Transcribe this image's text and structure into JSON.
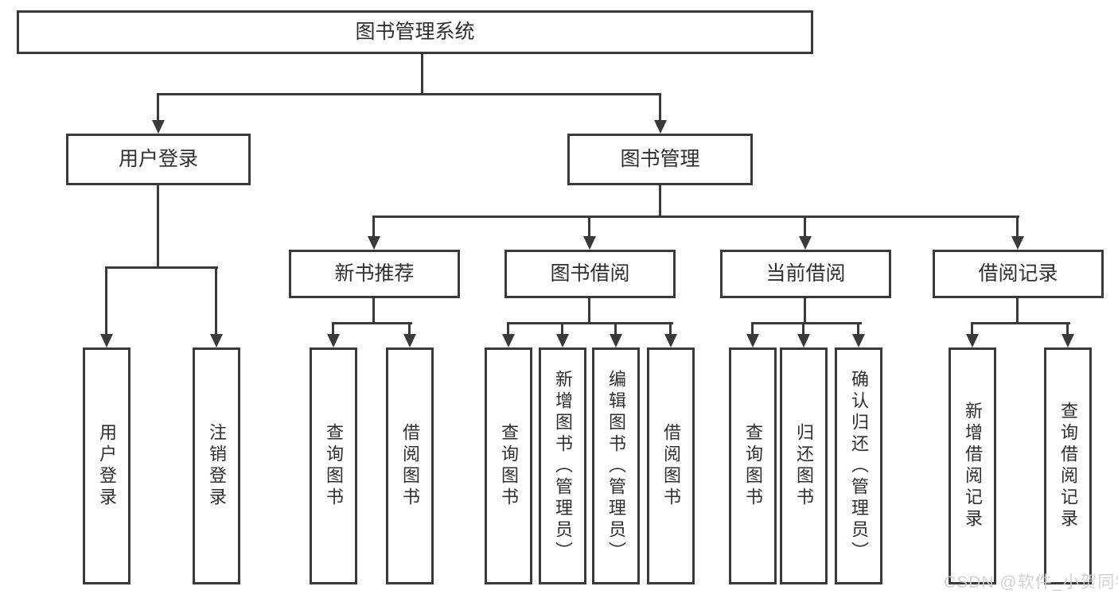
{
  "nodes": {
    "root": "图书管理系统",
    "user_login": "用户登录",
    "book_management": "图书管理",
    "new_book_recommend": "新书推荐",
    "book_borrow": "图书借阅",
    "current_borrow": "当前借阅",
    "borrow_record": "借阅记录",
    "leaf_user_login": "用户登录",
    "leaf_logout": "注销登录",
    "leaf_rec_query_book": "查询图书",
    "leaf_rec_borrow_book": "借阅图书",
    "leaf_bb_query_book": "查询图书",
    "leaf_bb_add_book": "新增图书（管理员）",
    "leaf_bb_edit_book": "编辑图书（管理员）",
    "leaf_bb_borrow_book": "借阅图书",
    "leaf_cb_query_book": "查询图书",
    "leaf_cb_return_book": "归还图书",
    "leaf_cb_confirm_return": "确认归还（管理员）",
    "leaf_br_add_record": "新增借阅记录",
    "leaf_br_query_record": "查询借阅记录"
  },
  "watermark": {
    "text": "CSDN @软件_小贺同学"
  },
  "colors": {
    "line": "#3a3a3a",
    "text": "#2f2f2f",
    "watermark": "#cfcfcf",
    "background": "#ffffff"
  }
}
